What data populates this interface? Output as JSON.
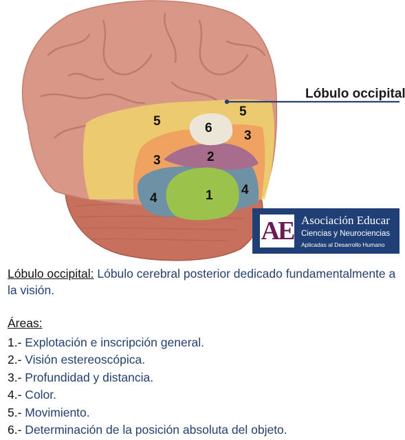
{
  "callout": {
    "label": "Lóbulo occipital"
  },
  "regions": [
    {
      "number": "1",
      "color": "#9bc24a"
    },
    {
      "number": "2",
      "color": "#a86d8c"
    },
    {
      "number": "3",
      "color": "#f0a060"
    },
    {
      "number": "3",
      "color": "#f0a060"
    },
    {
      "number": "4",
      "color": "#6f91a6"
    },
    {
      "number": "4",
      "color": "#6f91a6"
    },
    {
      "number": "5",
      "color": "#efd36c"
    },
    {
      "number": "5",
      "color": "#efd36c"
    },
    {
      "number": "6",
      "color": "#ece6d8"
    }
  ],
  "logo": {
    "mark": "AE",
    "title": "Asociación Educar",
    "subtitle": "Ciencias y Neurociencias",
    "tagline": "Aplicadas al Desarrollo Humano"
  },
  "definition": {
    "term": "Lóbulo occipital:",
    "text": " Lóbulo cerebral posterior dedicado fundamentalmente a la visión."
  },
  "areas": {
    "heading": "Áreas:",
    "items": [
      {
        "num": "1.-",
        "desc": " Explotación e inscripción general."
      },
      {
        "num": "2.-",
        "desc": " Visión estereoscópica."
      },
      {
        "num": "3.-",
        "desc": " Profundidad y distancia."
      },
      {
        "num": "4.-",
        "desc": " Color."
      },
      {
        "num": "5.-",
        "desc": " Movimiento."
      },
      {
        "num": "6.-",
        "desc": " Determinación de la posición absoluta del objeto."
      }
    ]
  }
}
